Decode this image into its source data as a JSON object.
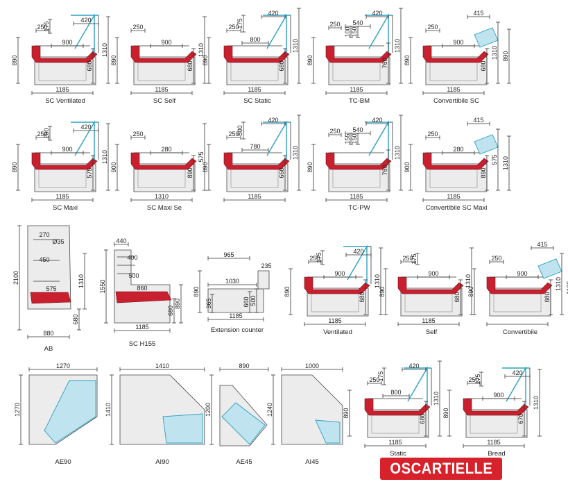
{
  "brand": {
    "logo_text": "OSCARTIELLE",
    "color": "#d8222b"
  },
  "row1": [
    {
      "name": "SC Ventilated",
      "d": [
        "420",
        "250",
        "175",
        "900",
        "890",
        "680",
        "1310",
        "1185"
      ]
    },
    {
      "name": "SC Self",
      "d": [
        "250",
        "900",
        "890",
        "680",
        "1310",
        "1185"
      ]
    },
    {
      "name": "SC Static",
      "d": [
        "420",
        "250",
        "175",
        "800",
        "890",
        "680",
        "1310",
        "1185"
      ]
    },
    {
      "name": "TC-BM",
      "d": [
        "420",
        "250",
        "540",
        "100",
        "150",
        "890",
        "760",
        "1310",
        "1185"
      ]
    },
    {
      "name": "Convertibile SC",
      "d": [
        "415",
        "250",
        "900",
        "890",
        "680",
        "1310",
        "890",
        "1185"
      ]
    }
  ],
  "row2": [
    {
      "name": "SC Maxi",
      "d": [
        "420",
        "250",
        "280",
        "900",
        "890",
        "575",
        "1310",
        "1185"
      ]
    },
    {
      "name": "SC Maxi Se",
      "d": [
        "250",
        "280",
        "900",
        "890",
        "575",
        "1310",
        "1185"
      ]
    },
    {
      "name": "",
      "d": [
        "420",
        "250",
        "500",
        "780",
        "890",
        "660",
        "1310",
        "1185"
      ]
    },
    {
      "name": "TC-PW",
      "d": [
        "420",
        "250",
        "540",
        "155",
        "150",
        "890",
        "760",
        "1310",
        "1185"
      ]
    },
    {
      "name": "Convertibile SC Maxi",
      "d": [
        "415",
        "250",
        "280",
        "900",
        "890",
        "575",
        "1310",
        "1185"
      ]
    }
  ],
  "row3": [
    {
      "name": "AB",
      "d": [
        "270",
        "Ø35",
        "450",
        "575",
        "2100",
        "1310",
        "680",
        "880"
      ]
    },
    {
      "name": "SC H155",
      "d": [
        "440",
        "400",
        "500",
        "860",
        "1550",
        "890",
        "680",
        "1185"
      ]
    },
    {
      "name": "Extension counter",
      "d": [
        "965",
        "235",
        "1030",
        "500",
        "890",
        "365",
        "660",
        "1185"
      ]
    },
    {
      "name": "Ventilated",
      "d": [
        "420",
        "250",
        "175",
        "900",
        "890",
        "680",
        "1310",
        "1185"
      ]
    },
    {
      "name": "Self",
      "d": [
        "250",
        "175",
        "900",
        "890",
        "680",
        "1310",
        "1185"
      ]
    },
    {
      "name": "Convertibile",
      "d": [
        "415",
        "250",
        "900",
        "890",
        "680",
        "1310",
        "1185"
      ]
    }
  ],
  "row4": [
    {
      "name": "AE90",
      "d": [
        "1270",
        "1270"
      ]
    },
    {
      "name": "AI90",
      "d": [
        "1410",
        "1410"
      ]
    },
    {
      "name": "AE45",
      "d": [
        "890",
        "1200"
      ]
    },
    {
      "name": "AI45",
      "d": [
        "1000",
        "1240"
      ]
    },
    {
      "name": "Static",
      "d": [
        "420",
        "250",
        "175",
        "800",
        "890",
        "680",
        "1310",
        "1185"
      ]
    },
    {
      "name": "Bread",
      "d": [
        "420",
        "250",
        "175",
        "900",
        "890",
        "670",
        "1310",
        "1185"
      ]
    }
  ]
}
